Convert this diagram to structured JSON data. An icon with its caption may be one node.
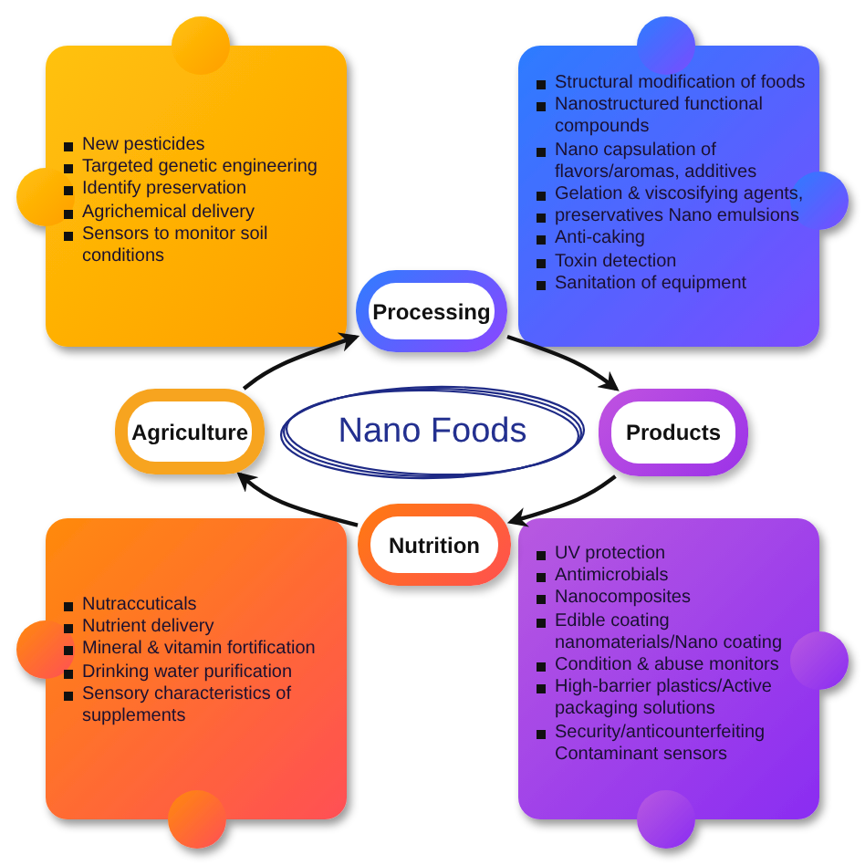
{
  "diagram": {
    "nodes": [
      {
        "text": [
          "New pesticides",
          "Targeted genetic engineering",
          "Identify preservation",
          "Agrichemical delivery",
          "Sensors to monitor soil conditions"
        ]
      },
      {
        "text": [
          "Structural modification of foods",
          "Nanostructured functional compounds",
          "Nano capsulation of flavors/aromas, additives",
          "Gelation & viscosifying agents,",
          "preservatives Nano emulsions",
          "Anti-caking",
          "Toxin detection",
          "Sanitation of equipment"
        ]
      },
      {
        "text": [
          "Processing"
        ]
      },
      {
        "text": [
          "Agriculture"
        ]
      },
      {
        "text": [
          "Nano Foods"
        ]
      },
      {
        "text": [
          "Products"
        ]
      },
      {
        "text": [
          "Nutrition"
        ]
      },
      {
        "text": [
          "Nutraccuticals",
          "Nutrient delivery",
          "Mineral & vitamin fortification",
          "Drinking water purification",
          "Sensory characteristics of supplements"
        ]
      },
      {
        "text": [
          "UV protection",
          "Antimicrobials",
          "Nanocomposites",
          "Edible coating nanomaterials/Nano coating",
          "Condition & abuse monitors",
          "High-barrier plastics/Active packaging solutions",
          "Security/anticounterfeiting Contaminant sensors"
        ]
      }
    ],
    "edges": [
      {
        "from": 3,
        "to": 2,
        "arrow": "to"
      },
      {
        "from": 2,
        "to": 5,
        "arrow": "to"
      },
      {
        "from": 5,
        "to": 6,
        "arrow": "to"
      },
      {
        "from": 6,
        "to": 3,
        "arrow": "to"
      }
    ]
  }
}
